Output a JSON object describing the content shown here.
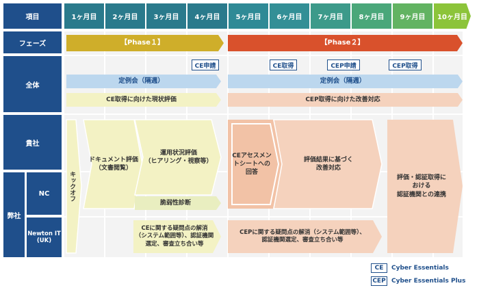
{
  "header_label": "項目",
  "months": [
    "1ヶ月目",
    "2ヶ月目",
    "3ヶ月目",
    "4ヶ月目",
    "5ヶ月目",
    "6ヶ月目",
    "7ヶ月目",
    "8ヶ月目",
    "9ヶ月目",
    "10ヶ月目"
  ],
  "month_colors": [
    "#2a7a8c",
    "#2a7a8c",
    "#2a7a8c",
    "#2a7a8c",
    "#2f8a96",
    "#338f96",
    "#3c9a8a",
    "#4aa77a",
    "#62b362",
    "#8cc43a"
  ],
  "rows": {
    "phase": "フェーズ",
    "overall": "全体",
    "client": "貴社",
    "company": "弊社",
    "nc": "NC",
    "newton": "Newton IT\n(UK)"
  },
  "phases": {
    "p1": "【Phase１】",
    "p2": "【Phase２】",
    "p1_color": "#cfae2a",
    "p2_color": "#d9512c"
  },
  "tags": {
    "ce_apply": "CE申請",
    "ce_get": "CE取得",
    "cep_apply": "CEP申請",
    "cep_get": "CEP取得"
  },
  "overall": {
    "meeting1": "定例会（隔週）",
    "meeting2": "定例会（隔週）",
    "task1": "CE取得に向けた現状評価",
    "task2": "CEP取得に向けた改善対応"
  },
  "tasks": {
    "kickoff": "キックオフ",
    "doc_review": "ドキュメント評価\n（文書閲覧）",
    "ops_review": "運用状況評価\n（ヒアリング・視察等）",
    "vuln": "脆弱性診断",
    "ce_qa": "CEに関する疑問点の解消\n（システム範囲等）、認証機関\n選定、審査立ち合い等",
    "cep_assess": "CEアセスメン\nトシートへの\n回答",
    "improve": "評価結果に基づく\n改善対応",
    "cep_qa": "CEPに関する疑問点の解消（システム範囲等）、\n認証機関選定、審査立ち合い等",
    "cert": "評価・認証取得に\nおける\n認証機関との連携"
  },
  "legend": [
    {
      "key": "CE",
      "text": "Cyber Essentials"
    },
    {
      "key": "CEP",
      "text": "Cyber Essentials Plus"
    }
  ],
  "colors": {
    "yellow_light": "#f3f2c4",
    "yellow_mid": "#e9eec0",
    "blue_light": "#bcd7ee",
    "peach": "#f5d2bd",
    "peach_dark": "#f2c2a6",
    "peach_border": "#ffffff"
  }
}
